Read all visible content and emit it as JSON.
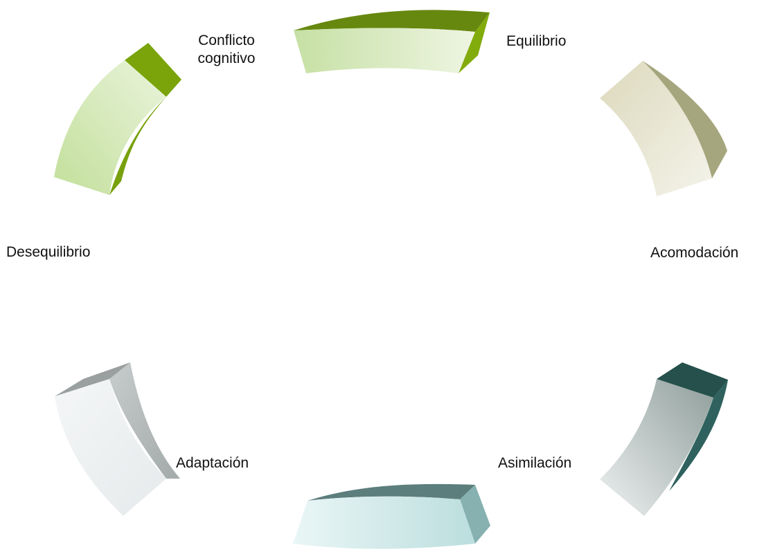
{
  "diagram": {
    "type": "cycle",
    "labels": {
      "conflicto_cognitivo": "Conflicto cognitivo",
      "equilibrio": "Equilibrio",
      "acomodacion": "Acomodación",
      "asimilacion": "Asimilación",
      "adaptacion": "Adaptación",
      "desequilibrio": "Desequilibrio"
    },
    "colors": {
      "green_light": "#cfe6b3",
      "green_face_top": "#6a8e12",
      "green_side": "#7ea80c",
      "khaki_light": "#e3e0c8",
      "khaki_side": "#a5a47d",
      "teal_dark_top": "#264c4a",
      "teal_side": "#2f5f5c",
      "grey_face": "#b9bfbf",
      "grey_light": "#eef2f3",
      "grey_side": "#a3aaaa",
      "cyan_light": "#d3eaea",
      "cyan_top": "#5e7f7d",
      "cyan_side": "#86b0b0"
    }
  }
}
